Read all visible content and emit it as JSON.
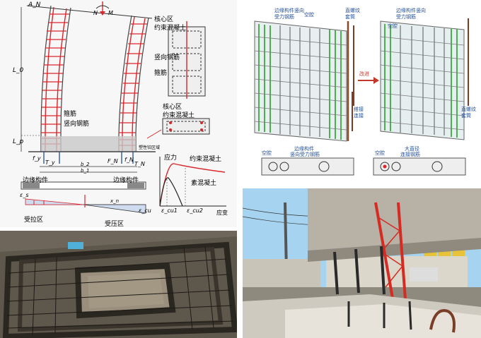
{
  "wall_diagram": {
    "an_label": "A_N",
    "l0_label": "L_0",
    "lp_label": "L_p",
    "n_label": "N",
    "m_label": "M",
    "core_zone_label": "核心区",
    "confined_concrete_label": "约束混凝土",
    "vertical_bar_label": "竖向钢筋",
    "stirrup_label": "箍筋",
    "stirrup_label2": "箍筋",
    "vertical_bar_label2": "竖向钢筋",
    "core_zone_label2": "核心区",
    "confined_concrete_label2": "约束混凝土",
    "plastic_zone_label": "塑性铰区域",
    "fy_label": "f_y",
    "ty_label": "T_y",
    "fn_label": "F_N",
    "fn2_label": "f_N",
    "tn_label": "T_N",
    "b2_label": "b_2",
    "b1_label": "b_1",
    "boundary_left": "边缘构件",
    "boundary_right": "边缘构件",
    "eps_s": "ε_s",
    "xn_label": "x_n",
    "eps_cu": "ε_cu",
    "tension_zone": "受拉区",
    "compression_zone": "受压区",
    "stress_label": "应力",
    "confined_curve_label": "约束混凝土",
    "plain_curve_label": "素混凝土",
    "eps_cu1": "ε_cu1",
    "eps_cu2": "ε_cu2",
    "strain_label": "应变"
  },
  "rebar_diagram": {
    "left_top1": "边缘构件竖向",
    "left_top2": "受力钢筋",
    "hollow_left": "空腔",
    "threaded_sleeve1": "直螺纹",
    "threaded_sleeve2": "套筒",
    "lap_splice1": "搭接",
    "lap_splice2": "连接",
    "improve_label": "改进",
    "right_top1": "边缘构件竖向",
    "right_top2": "受力钢筋",
    "hollow_right": "空腔",
    "threaded_sleeve_r1": "直螺纹",
    "threaded_sleeve_r2": "套筒",
    "sec_hollow_left": "空腔",
    "sec_boundary_left1": "边缘构件",
    "sec_boundary_left2": "竖向受力钢筋",
    "sec_hollow_right": "空腔",
    "sec_large_dia1": "大直径",
    "sec_large_dia2": "连接钢筋"
  },
  "colors": {
    "rebar_red": "#d9262b",
    "confined_red": "#e23a2c",
    "green_rebar": "#4caf50",
    "improve_arrow": "#c0392b",
    "label_blue": "#1f4e9a"
  }
}
